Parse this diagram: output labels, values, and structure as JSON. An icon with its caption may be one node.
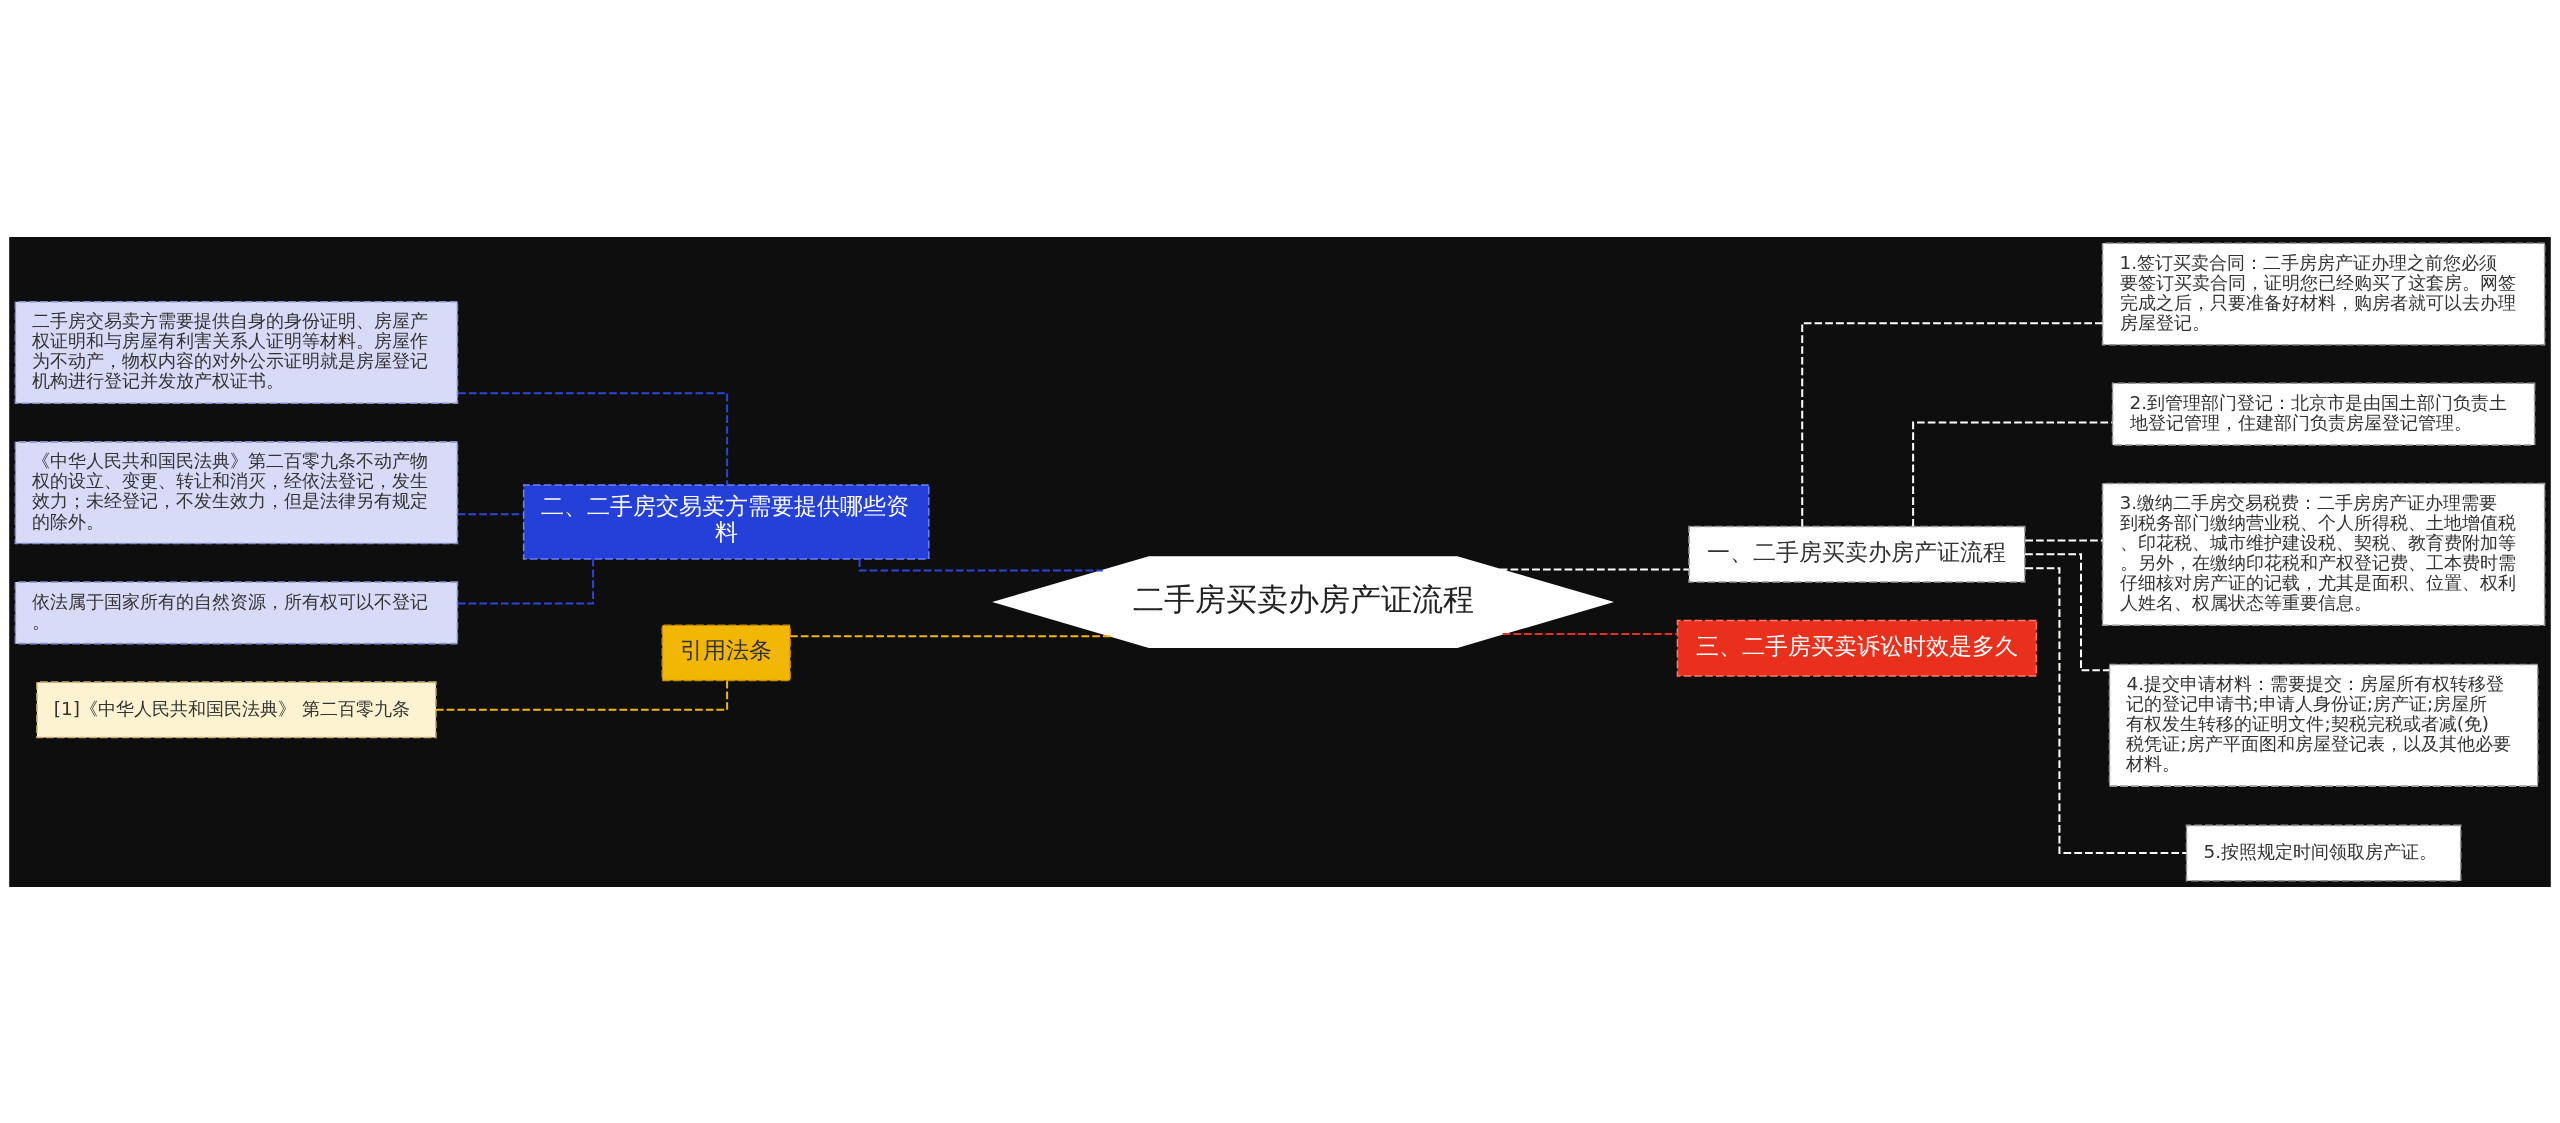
{
  "diagram": {
    "nodes": [
      {
        "text": [
          "二手房买卖办房产证流程"
        ]
      },
      {
        "text": [
          "一、二手房买卖办房产证流程"
        ]
      },
      {
        "text": [
          "1.签订买卖合同：二手房房产证办理之前您必须要签订买卖合同，证明您已经购买了这套房。网签完成之后，只要准备好材料，购房者就可以去办理房屋登记。"
        ]
      },
      {
        "text": [
          "2.到管理部门登记：北京市是由国土部门负责土地登记管理，住建部门负责房屋登记管理。"
        ]
      },
      {
        "text": [
          "3.缴纳二手房交易税费：二手房房产证办理需要到税务部门缴纳营业税、个人所得税、土地增值税、印花税、城市维护建设税、契税、教育费附加等。另外，在缴纳印花税和产权登记费、工本费时需仔细核对房产证的记载，尤其是面积、位置、权利人姓名、权属状态等重要信息。"
        ]
      },
      {
        "text": [
          "4.提交申请材料：需要提交：房屋所有权转移登记的登记申请书;申请人身份证;房产证;房屋所有权发生转移的证明文件;契税完税或者减(免)税凭证;房产平面图和房屋登记表，以及其他必要材料。"
        ]
      },
      {
        "text": [
          "5.按照规定时间领取房产证。"
        ]
      },
      {
        "text": [
          "二、二手房交易卖方需要提供哪些资料"
        ]
      },
      {
        "text": [
          "二手房交易卖方需要提供自身的身份证明、房屋产权证明和与房屋有利害关系人证明等材料。房屋作为不动产，物权内容的对外公示证明就是房屋登记机构进行登记并发放产权证书。"
        ]
      },
      {
        "text": [
          "《中华人民共和国民法典》第二百零九条不动产物权的设立、变更、转让和消灭，经依法登记，发生效力；未经登记，不发生效力，但是法律另有规定的除外。"
        ]
      },
      {
        "text": [
          "依法属于国家所有的自然资源，所有权可以不登记。"
        ]
      },
      {
        "text": [
          "引用法条"
        ]
      },
      {
        "text": [
          "[1]《中华人民共和国民法典》 第二百零九条"
        ]
      },
      {
        "text": [
          "三、二手房买卖诉讼时效是多久"
        ]
      }
    ],
    "edges": [
      {
        "from": 0,
        "to": 1,
        "arrow": "none",
        "style": "dashed"
      },
      {
        "from": 1,
        "to": 2,
        "arrow": "none",
        "style": "dashed"
      },
      {
        "from": 1,
        "to": 3,
        "arrow": "none",
        "style": "dashed"
      },
      {
        "from": 1,
        "to": 4,
        "arrow": "none",
        "style": "dashed"
      },
      {
        "from": 1,
        "to": 5,
        "arrow": "none",
        "style": "dashed"
      },
      {
        "from": 1,
        "to": 6,
        "arrow": "none",
        "style": "dashed"
      },
      {
        "from": 7,
        "to": 0,
        "arrow": "none",
        "style": "dashed",
        "color": "#2b45d8"
      },
      {
        "from": 8,
        "to": 7,
        "arrow": "none",
        "style": "dashed",
        "color": "#2b45d8"
      },
      {
        "from": 9,
        "to": 7,
        "arrow": "none",
        "style": "dashed",
        "color": "#2b45d8"
      },
      {
        "from": 10,
        "to": 7,
        "arrow": "none",
        "style": "dashed",
        "color": "#2b45d8"
      },
      {
        "from": 11,
        "to": 0,
        "arrow": "none",
        "style": "dashed",
        "color": "#f2b705"
      },
      {
        "from": 12,
        "to": 11,
        "arrow": "none",
        "style": "dashed",
        "color": "#f2b705"
      },
      {
        "from": 0,
        "to": 13,
        "arrow": "none",
        "style": "dashed",
        "color": "#e8301c"
      }
    ]
  }
}
